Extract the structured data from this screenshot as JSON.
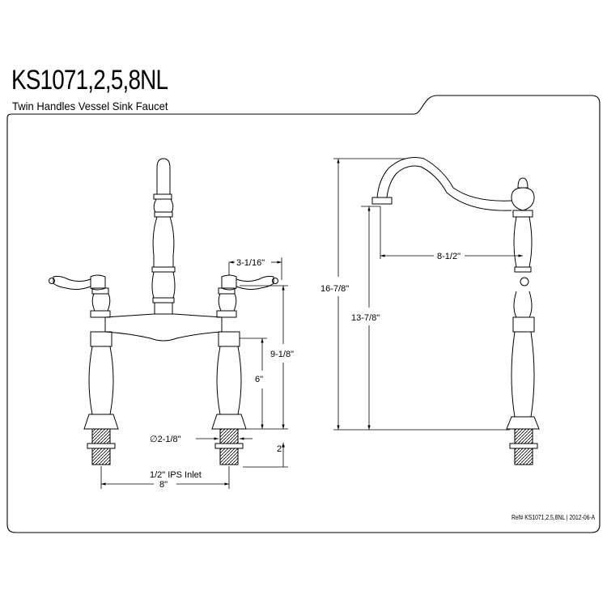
{
  "header": {
    "model": "KS1071,2,5,8NL",
    "subtitle": "Twin Handles Vessel Sink Faucet"
  },
  "dimensions": {
    "handle_spacing": "3-1/16\"",
    "handle_height": "9-1/8\"",
    "body_height": "6\"",
    "shank_diameter": "∅2-1/8\"",
    "shank_length": "2\"",
    "inlet": "1/2\" IPS Inlet",
    "center_spread": "8\"",
    "total_height": "16-7/8\"",
    "spout_height": "13-7/8\"",
    "spout_reach": "8-1/2\""
  },
  "footer": {
    "reference": "Ref# KS1071,2,5,8NL | 2012-06-A"
  }
}
